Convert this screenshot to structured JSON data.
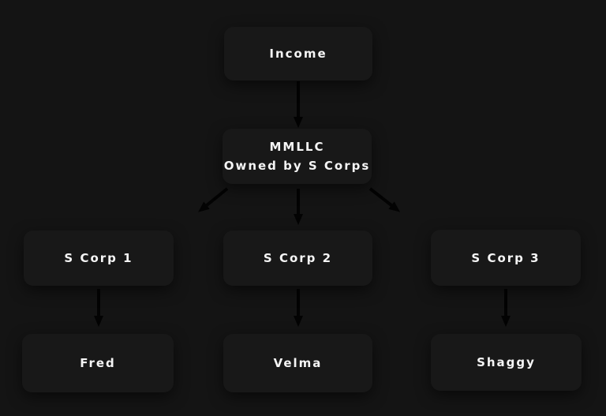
{
  "page": {
    "background": "#141414"
  },
  "diagram": {
    "type": "flowchart",
    "colors": {
      "node_fill": "#181818",
      "arrow": "#030303",
      "text": "#f5f5f5"
    },
    "nodes": {
      "income": {
        "label": "Income"
      },
      "mmllc": {
        "line1": "MMLLC",
        "line2": "Owned by S Corps"
      },
      "scorp1": {
        "label": "S Corp 1"
      },
      "scorp2": {
        "label": "S Corp 2"
      },
      "scorp3": {
        "label": "S Corp 3"
      },
      "fred": {
        "label": "Fred"
      },
      "velma": {
        "label": "Velma"
      },
      "shaggy": {
        "label": "Shaggy"
      }
    },
    "edges": [
      {
        "from": "income",
        "to": "mmllc"
      },
      {
        "from": "mmllc",
        "to": "scorp1"
      },
      {
        "from": "mmllc",
        "to": "scorp2"
      },
      {
        "from": "mmllc",
        "to": "scorp3"
      },
      {
        "from": "scorp1",
        "to": "fred"
      },
      {
        "from": "scorp2",
        "to": "velma"
      },
      {
        "from": "scorp3",
        "to": "shaggy"
      }
    ]
  }
}
